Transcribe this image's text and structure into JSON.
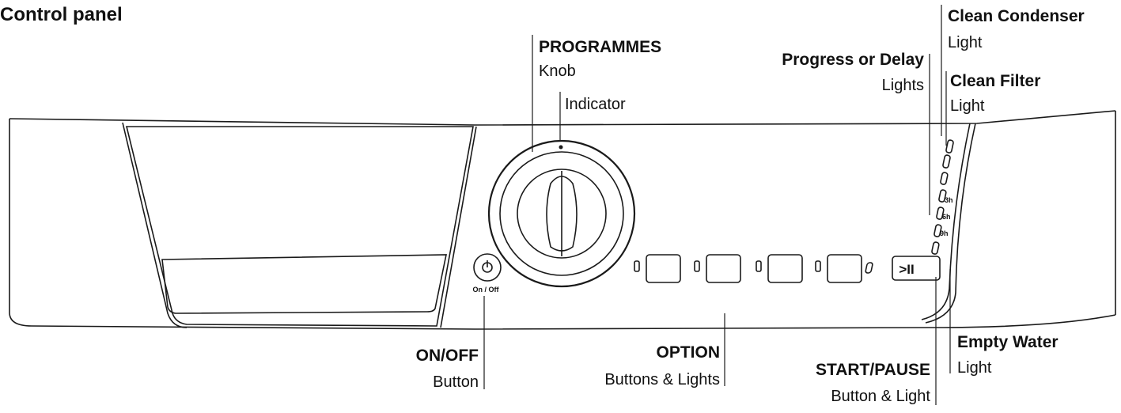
{
  "title": "Control panel",
  "labels": {
    "programmes": {
      "name": "PROGRAMMES",
      "desc": "Knob"
    },
    "indicator": "Indicator",
    "progress": {
      "name": "Progress or Delay",
      "desc": "Lights"
    },
    "condenser": {
      "name": "Clean Condenser",
      "desc": "Light"
    },
    "filter": {
      "name": "Clean Filter",
      "desc": "Light"
    },
    "onoff": {
      "name": "ON/OFF",
      "desc": "Button"
    },
    "option": {
      "name": "OPTION",
      "desc": "Buttons & Lights"
    },
    "startpause": {
      "name": "START/PAUSE",
      "desc": "Button & Light"
    },
    "empty": {
      "name": "Empty Water",
      "desc": "Light"
    }
  },
  "panel": {
    "onoff_caption": "On / Off",
    "start_symbol": ">II",
    "delay_hours": [
      "3h",
      "6h",
      "9h"
    ]
  }
}
